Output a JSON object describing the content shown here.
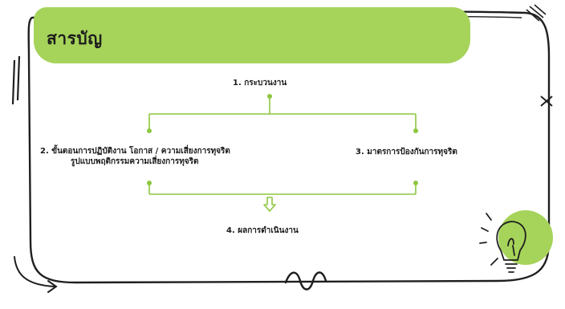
{
  "title": "สารบัญ",
  "nodes": {
    "n1": "1. กระบวนงาน",
    "n2_line1": "2. ขั้นตอนการปฏิบัติงาน โอกาส / ความเสี่ยงการทุจริต",
    "n2_line2": "รูปแบบพฤติกรรมความเสี่ยงการทุจริต",
    "n3": "3. มาตรการป้องกันการทุจริต",
    "n4": "4. ผลการดำเนินงาน"
  },
  "colors": {
    "accent_green": "#a6d35a",
    "connector_green": "#8dc73f",
    "outline": "#1f1f1f"
  },
  "icons": [
    "lightbulb-icon",
    "scribble-icon",
    "arrow-icon",
    "cross-mark-icon"
  ]
}
